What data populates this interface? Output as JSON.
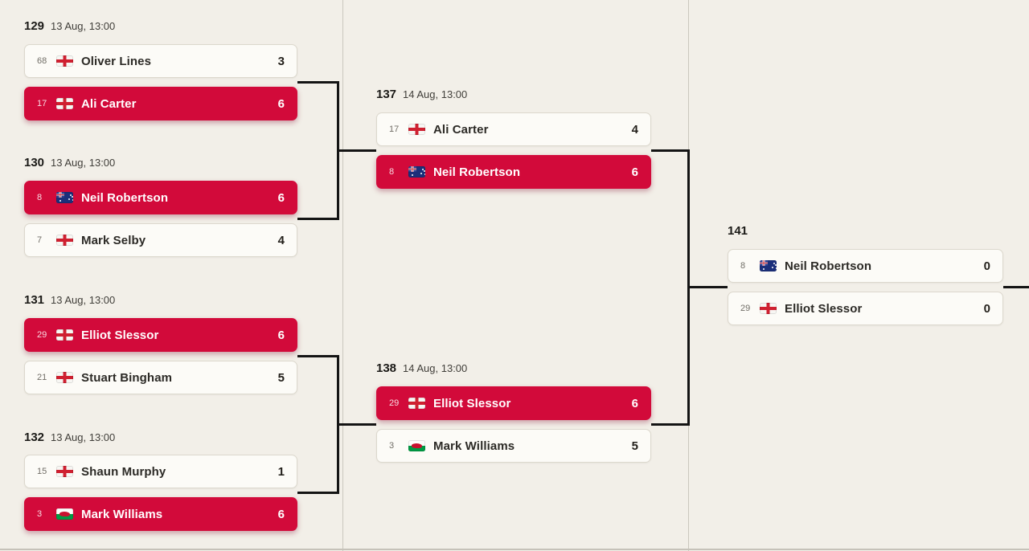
{
  "colors": {
    "page_bg": "#f2efe8",
    "winner_bg": "#d20a3a",
    "winner_text": "#ffffff",
    "card_bg": "#fcfbf7",
    "connector": "#141414",
    "divider": "#cbc7be"
  },
  "bracket": {
    "rounds": [
      {
        "matches": [
          {
            "id": "129",
            "datetime": "13 Aug, 13:00",
            "players": [
              {
                "seed": "68",
                "flag": "england",
                "name": "Oliver Lines",
                "score": "3",
                "winner": false
              },
              {
                "seed": "17",
                "flag": "england",
                "name": "Ali Carter",
                "score": "6",
                "winner": true
              }
            ]
          },
          {
            "id": "130",
            "datetime": "13 Aug, 13:00",
            "players": [
              {
                "seed": "8",
                "flag": "australia",
                "name": "Neil Robertson",
                "score": "6",
                "winner": true
              },
              {
                "seed": "7",
                "flag": "england",
                "name": "Mark Selby",
                "score": "4",
                "winner": false
              }
            ]
          },
          {
            "id": "131",
            "datetime": "13 Aug, 13:00",
            "players": [
              {
                "seed": "29",
                "flag": "england",
                "name": "Elliot Slessor",
                "score": "6",
                "winner": true
              },
              {
                "seed": "21",
                "flag": "england",
                "name": "Stuart Bingham",
                "score": "5",
                "winner": false
              }
            ]
          },
          {
            "id": "132",
            "datetime": "13 Aug, 13:00",
            "players": [
              {
                "seed": "15",
                "flag": "england",
                "name": "Shaun Murphy",
                "score": "1",
                "winner": false
              },
              {
                "seed": "3",
                "flag": "wales",
                "name": "Mark Williams",
                "score": "6",
                "winner": true
              }
            ]
          }
        ]
      },
      {
        "matches": [
          {
            "id": "137",
            "datetime": "14 Aug, 13:00",
            "players": [
              {
                "seed": "17",
                "flag": "england",
                "name": "Ali Carter",
                "score": "4",
                "winner": false
              },
              {
                "seed": "8",
                "flag": "australia",
                "name": "Neil Robertson",
                "score": "6",
                "winner": true
              }
            ]
          },
          {
            "id": "138",
            "datetime": "14 Aug, 13:00",
            "players": [
              {
                "seed": "29",
                "flag": "england",
                "name": "Elliot Slessor",
                "score": "6",
                "winner": true
              },
              {
                "seed": "3",
                "flag": "wales",
                "name": "Mark Williams",
                "score": "5",
                "winner": false
              }
            ]
          }
        ]
      },
      {
        "matches": [
          {
            "id": "141",
            "datetime": "",
            "players": [
              {
                "seed": "8",
                "flag": "australia",
                "name": "Neil Robertson",
                "score": "0",
                "winner": false
              },
              {
                "seed": "29",
                "flag": "england",
                "name": "Elliot Slessor",
                "score": "0",
                "winner": false
              }
            ]
          }
        ]
      }
    ]
  }
}
